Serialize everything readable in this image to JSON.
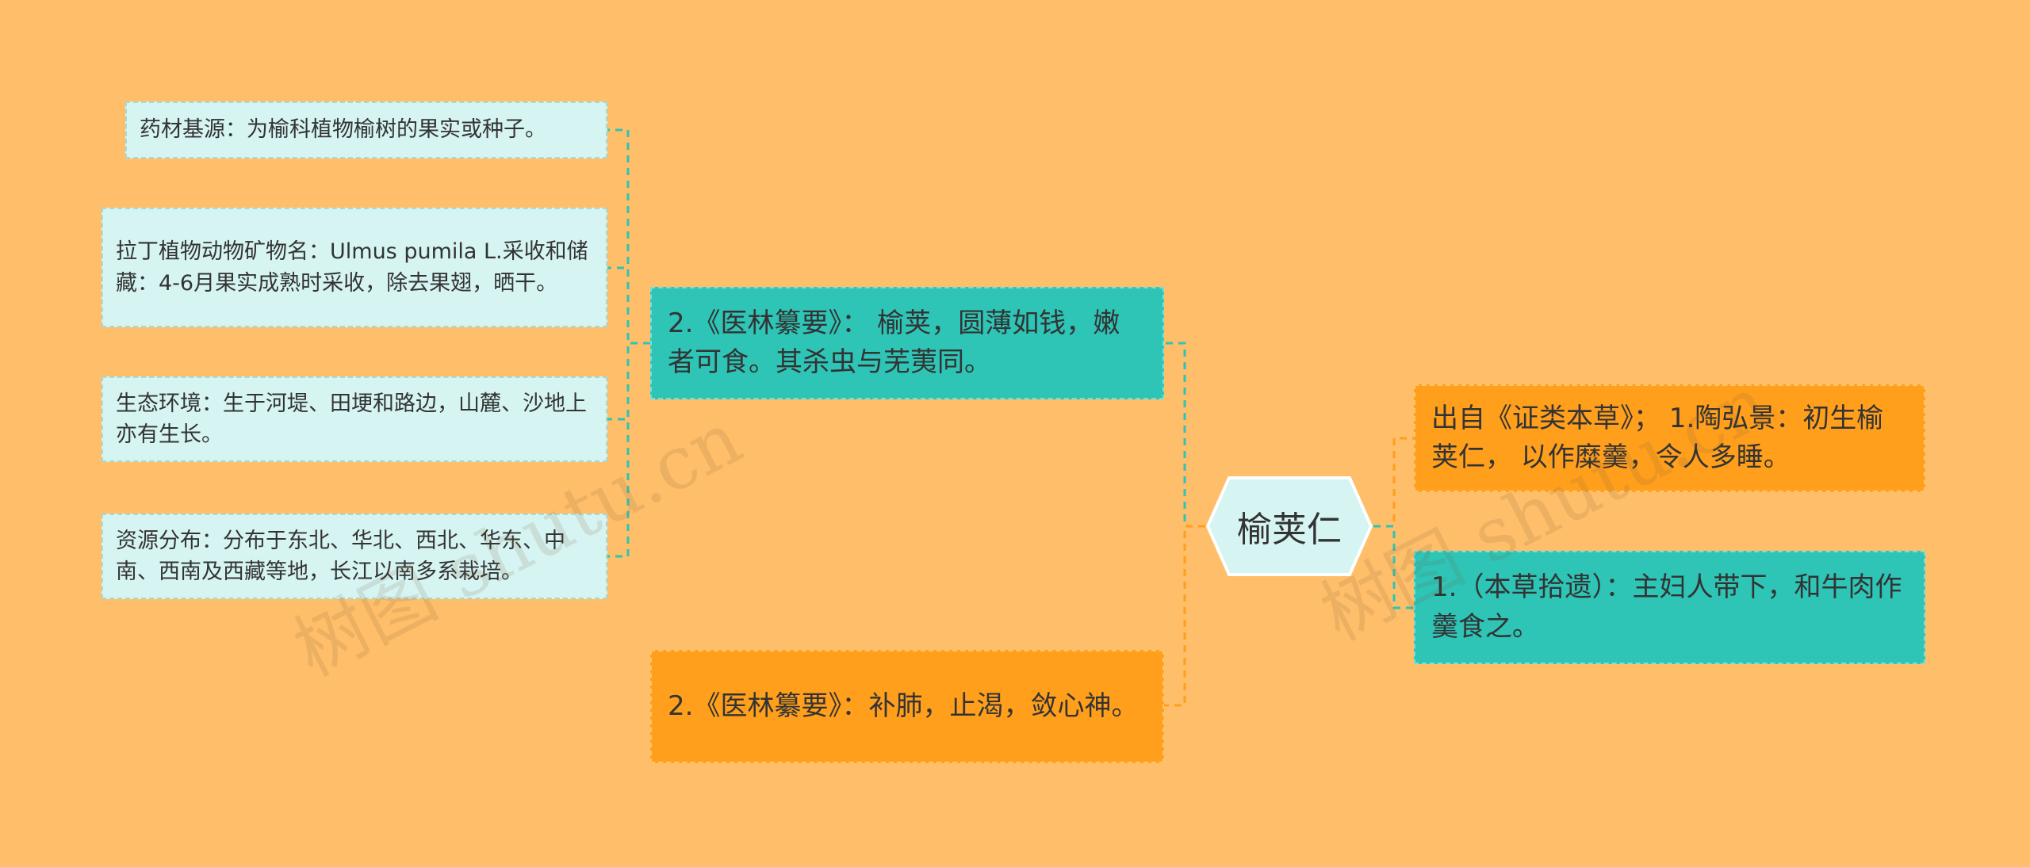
{
  "root": {
    "label": "榆荚仁"
  },
  "right_nodes": [
    {
      "id": "r1",
      "text": "出自《证类本草》；  1.陶弘景：初生榆荚仁， 以作糜羹，令人多睡。",
      "color": "orange"
    },
    {
      "id": "r2",
      "text": "1.（本草拾遗）：主妇人带下，和牛肉作羹食之。",
      "color": "teal"
    }
  ],
  "left_nodes": [
    {
      "id": "l1",
      "text": "2.《医林纂要》： 榆荚，圆薄如钱，嫩者可食。其杀虫与芜荑同。",
      "color": "teal"
    },
    {
      "id": "l2",
      "text": "2.《医林纂要》：补肺，止渴，敛心神。",
      "color": "orange"
    }
  ],
  "leaves": [
    {
      "id": "f1",
      "text": "药材基源：为榆科植物榆树的果实或种子。"
    },
    {
      "id": "f2",
      "text": "拉丁植物动物矿物名：Ulmus pumila L.采收和储藏：4-6月果实成熟时采收，除去果翅，晒干。"
    },
    {
      "id": "f3",
      "text": "生态环境：生于河堤、田埂和路边，山麓、沙地上亦有生长。"
    },
    {
      "id": "f4",
      "text": "资源分布：分布于东北、华北、西北、华东、中南、西南及西藏等地，长江以南多系栽培。"
    }
  ],
  "watermark": [
    "树图 shutu.cn",
    "树图 shutu.cn"
  ],
  "colors": {
    "background": "#FFBE69",
    "teal": "#2EC4B6",
    "orange": "#FF9F1C",
    "leaf": "#D5F4F2",
    "teal_line": "#2EC4B6",
    "orange_line": "#FF9F1C"
  }
}
